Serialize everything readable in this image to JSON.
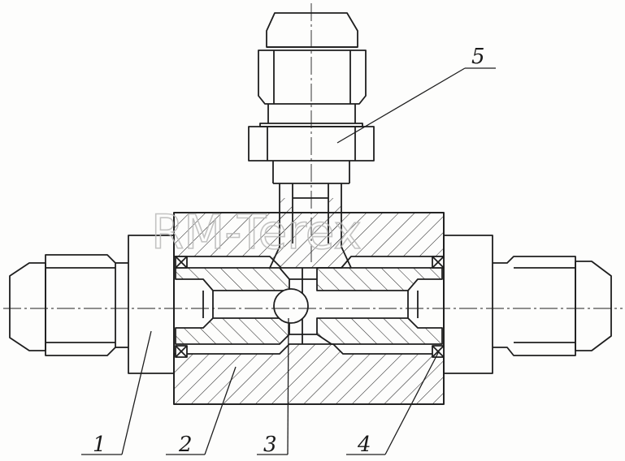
{
  "watermark": {
    "text": "RM-Terex"
  },
  "parts": [
    {
      "number": "1"
    },
    {
      "number": "2"
    },
    {
      "number": "3"
    },
    {
      "number": "4"
    },
    {
      "number": "5"
    }
  ],
  "colors": {
    "line": "#1e1e1e",
    "hatch": "#2a2a2a",
    "paper": "#fdfdfc",
    "watermark": "#b9b9b9"
  }
}
